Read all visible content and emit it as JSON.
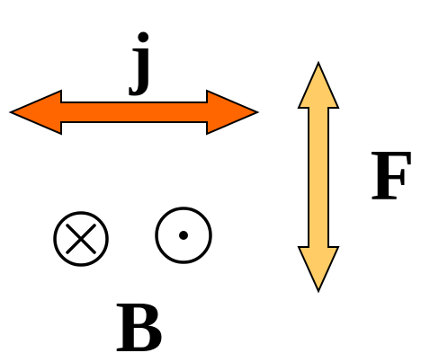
{
  "labels": {
    "current": "j",
    "force": "F",
    "field": "B"
  },
  "colors": {
    "current_arrow_fill": "#FF6600",
    "force_arrow_fill": "#FFCC66",
    "outline": "#000000",
    "background": "#FFFFFF"
  },
  "symbols": {
    "into_page": "cross-in-circle-icon",
    "out_of_page": "dot-in-circle-icon"
  }
}
